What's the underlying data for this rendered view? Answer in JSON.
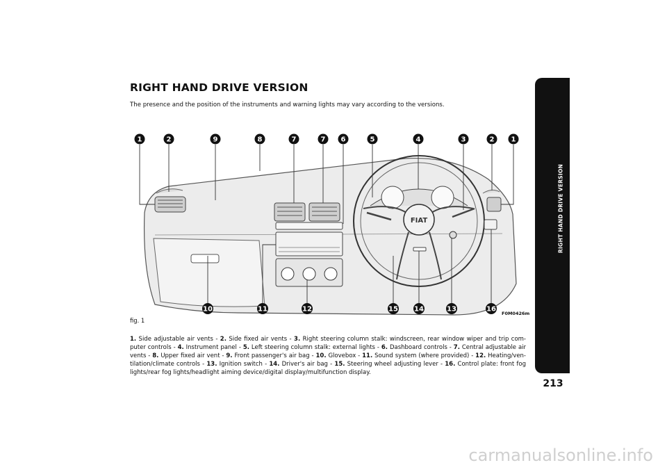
{
  "page": {
    "title": "RIGHT HAND DRIVE VERSION",
    "intro": "The presence and the position of the instruments and warning lights may vary according to the versions.",
    "tab_label": "RIGHT HAND DRIVE VERSION",
    "page_number": "213"
  },
  "figure": {
    "label": "fig. 1",
    "code": "F0M0426m",
    "badge_text": "FIAT",
    "callouts_top": [
      "1",
      "2",
      "9",
      "8",
      "7",
      "7",
      "6",
      "5",
      "4",
      "3",
      "2",
      "1"
    ],
    "callouts_bottom": [
      "10",
      "11",
      "12",
      "15",
      "14",
      "13",
      "16"
    ]
  },
  "caption": {
    "items": [
      {
        "n": "1.",
        "t": " Side adjustable air vents - "
      },
      {
        "n": "2.",
        "t": " Side fixed air vents - "
      },
      {
        "n": "3.",
        "t": " Right steering column stalk: windscreen, rear window wiper and trip com-puter controls - "
      },
      {
        "n": "4.",
        "t": " Instrument panel - "
      },
      {
        "n": "5.",
        "t": " Left steering column stalk: external lights - "
      },
      {
        "n": "6.",
        "t": " Dashboard controls - "
      },
      {
        "n": "7.",
        "t": " Central adjustable air vents - "
      },
      {
        "n": "8.",
        "t": " Upper fixed air vent - "
      },
      {
        "n": "9.",
        "t": " Front passenger's air bag - "
      },
      {
        "n": "10.",
        "t": " Glovebox - "
      },
      {
        "n": "11.",
        "t": " Sound system (where provided) - "
      },
      {
        "n": "12.",
        "t": " Heating/ven-tilation/climate controls - "
      },
      {
        "n": "13.",
        "t": " Ignition switch - "
      },
      {
        "n": "14.",
        "t": " Driver's air bag - "
      },
      {
        "n": "15.",
        "t": " Steering wheel adjusting lever - "
      },
      {
        "n": "16.",
        "t": " Control plate: front fog lights/rear fog lights/headlight aiming device/digital display/multifunction display."
      }
    ]
  },
  "watermark": "carmanualsonline.info"
}
